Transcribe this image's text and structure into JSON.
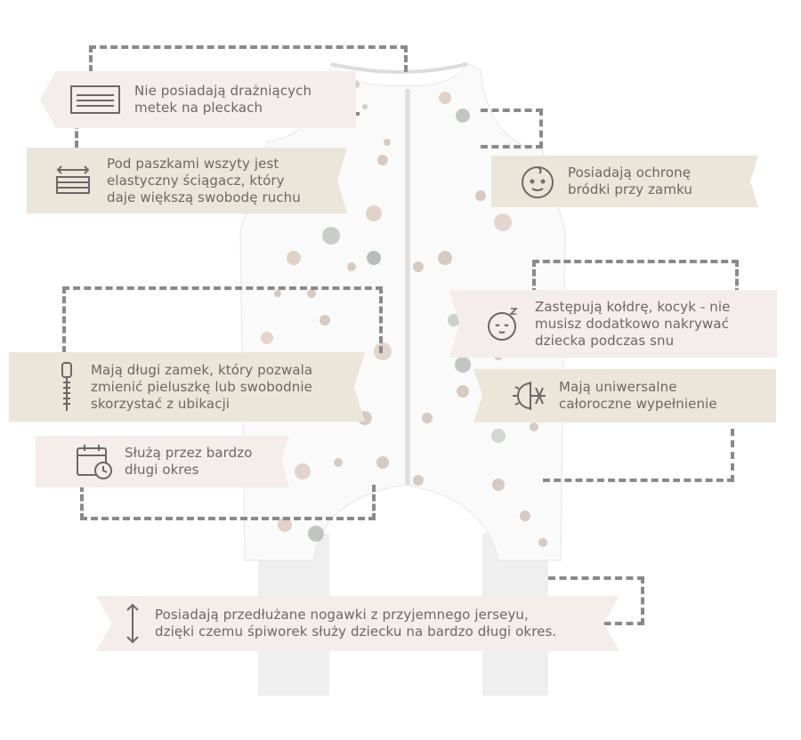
{
  "features": {
    "no_tags": {
      "icon": "label-tag-icon",
      "lines": [
        "Nie posiadają drażniących",
        "metek na pleckach"
      ]
    },
    "elastic": {
      "icon": "elastic-stretch-icon",
      "lines": [
        "Pod paszkami wszyty jest",
        "elastyczny ściągacz, który",
        "daje większą swobodę ruchu"
      ]
    },
    "chin_guard": {
      "icon": "baby-face-icon",
      "lines": [
        "Posiadają ochronę",
        "bródki przy zamku"
      ]
    },
    "replaces_duvet": {
      "icon": "sleeping-baby-icon",
      "lines": [
        "Zastępują kołdrę, kocyk - nie",
        "musisz dodatkowo nakrywać",
        "dziecka podczas snu"
      ]
    },
    "long_zipper": {
      "icon": "zipper-icon",
      "lines": [
        "Mają długi zamek, który pozwala",
        "zmienić pieluszkę lub swobodnie",
        "skorzystać z ubikacji"
      ]
    },
    "all_season": {
      "icon": "sun-snowflake-icon",
      "lines": [
        "Mają uniwersalne",
        "całoroczne wypełnienie"
      ]
    },
    "long_use": {
      "icon": "calendar-clock-icon",
      "lines": [
        "Służą przez bardzo",
        "długi okres"
      ]
    },
    "extended_legs": {
      "icon": "vertical-arrows-icon",
      "lines": [
        "Posiadają przedłużane nogawki z przyjemnego jerseyu,",
        "dzięki czemu śpiworek służy dziecku na bardzo długi okres."
      ]
    }
  },
  "colors": {
    "pink_banner": "#f5ecec",
    "beige_banner": "#ece5d9",
    "text": "#6d6767",
    "dash": "#8a8a8a"
  }
}
